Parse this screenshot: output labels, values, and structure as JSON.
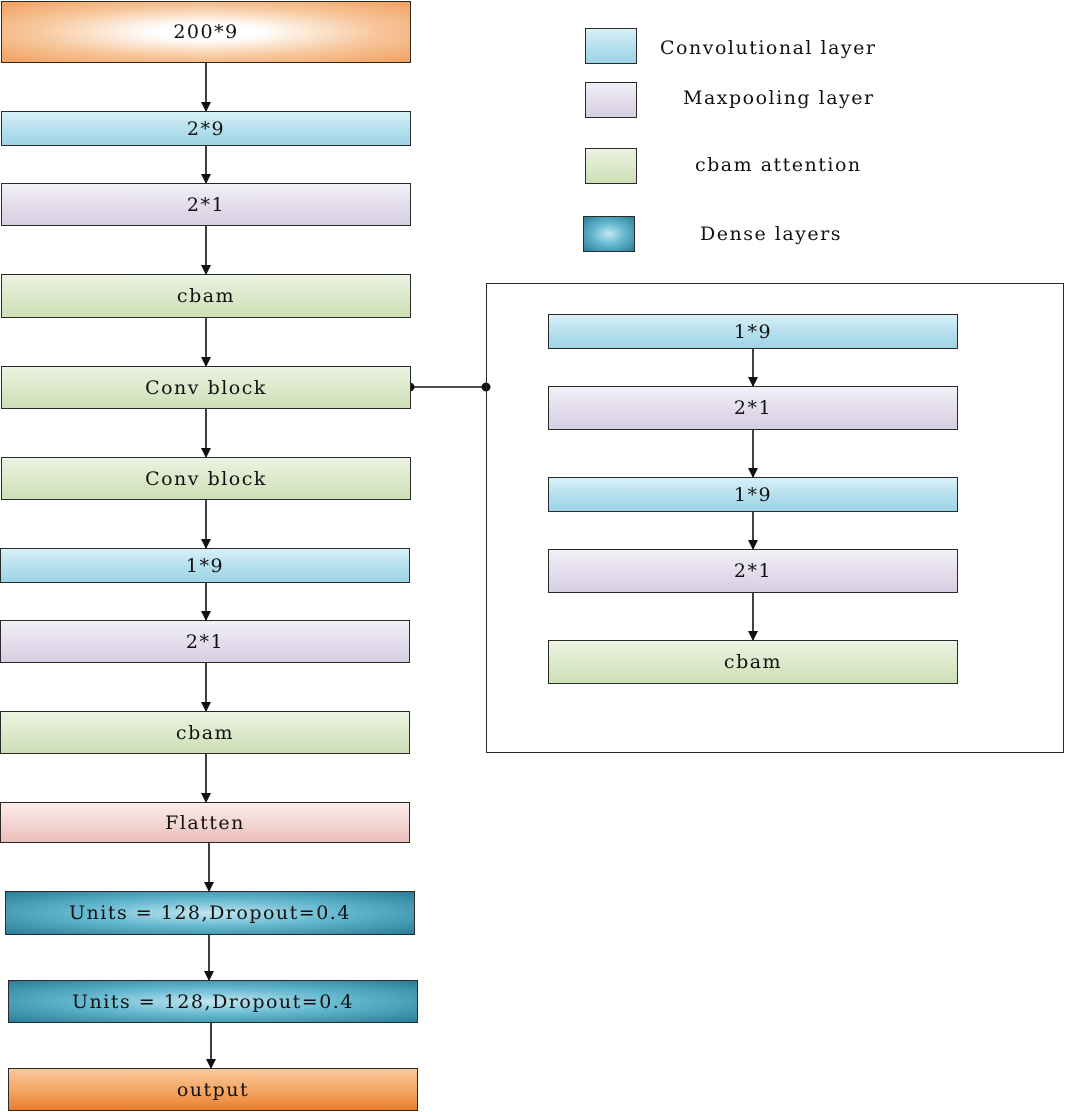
{
  "main_flow": {
    "input": "200*9",
    "conv1": "2*9",
    "pool1": "2*1",
    "cbam1": "cbam",
    "conv_block1": "Conv block",
    "conv_block2": "Conv block",
    "conv2": "1*9",
    "pool2": "2*1",
    "cbam2": "cbam",
    "flatten": "Flatten",
    "dense1": "Units = 128,Dropout=0.4",
    "dense2": "Units = 128,Dropout=0.4",
    "output": "output"
  },
  "conv_block_detail": {
    "conv1": "1*9",
    "pool1": "2*1",
    "conv2": "1*9",
    "pool2": "2*1",
    "cbam": "cbam"
  },
  "legend": {
    "conv": "Convolutional layer",
    "pool": "Maxpooling layer",
    "cbam": "cbam attention",
    "dense": "Dense layers"
  },
  "colors": {
    "conv": "#b4dfed",
    "pool": "#e2dcec",
    "cbam": "#dbe8c9",
    "dense": "#3a91aa",
    "input_output": "#f2a15d",
    "flatten": "#f2d2cf"
  }
}
